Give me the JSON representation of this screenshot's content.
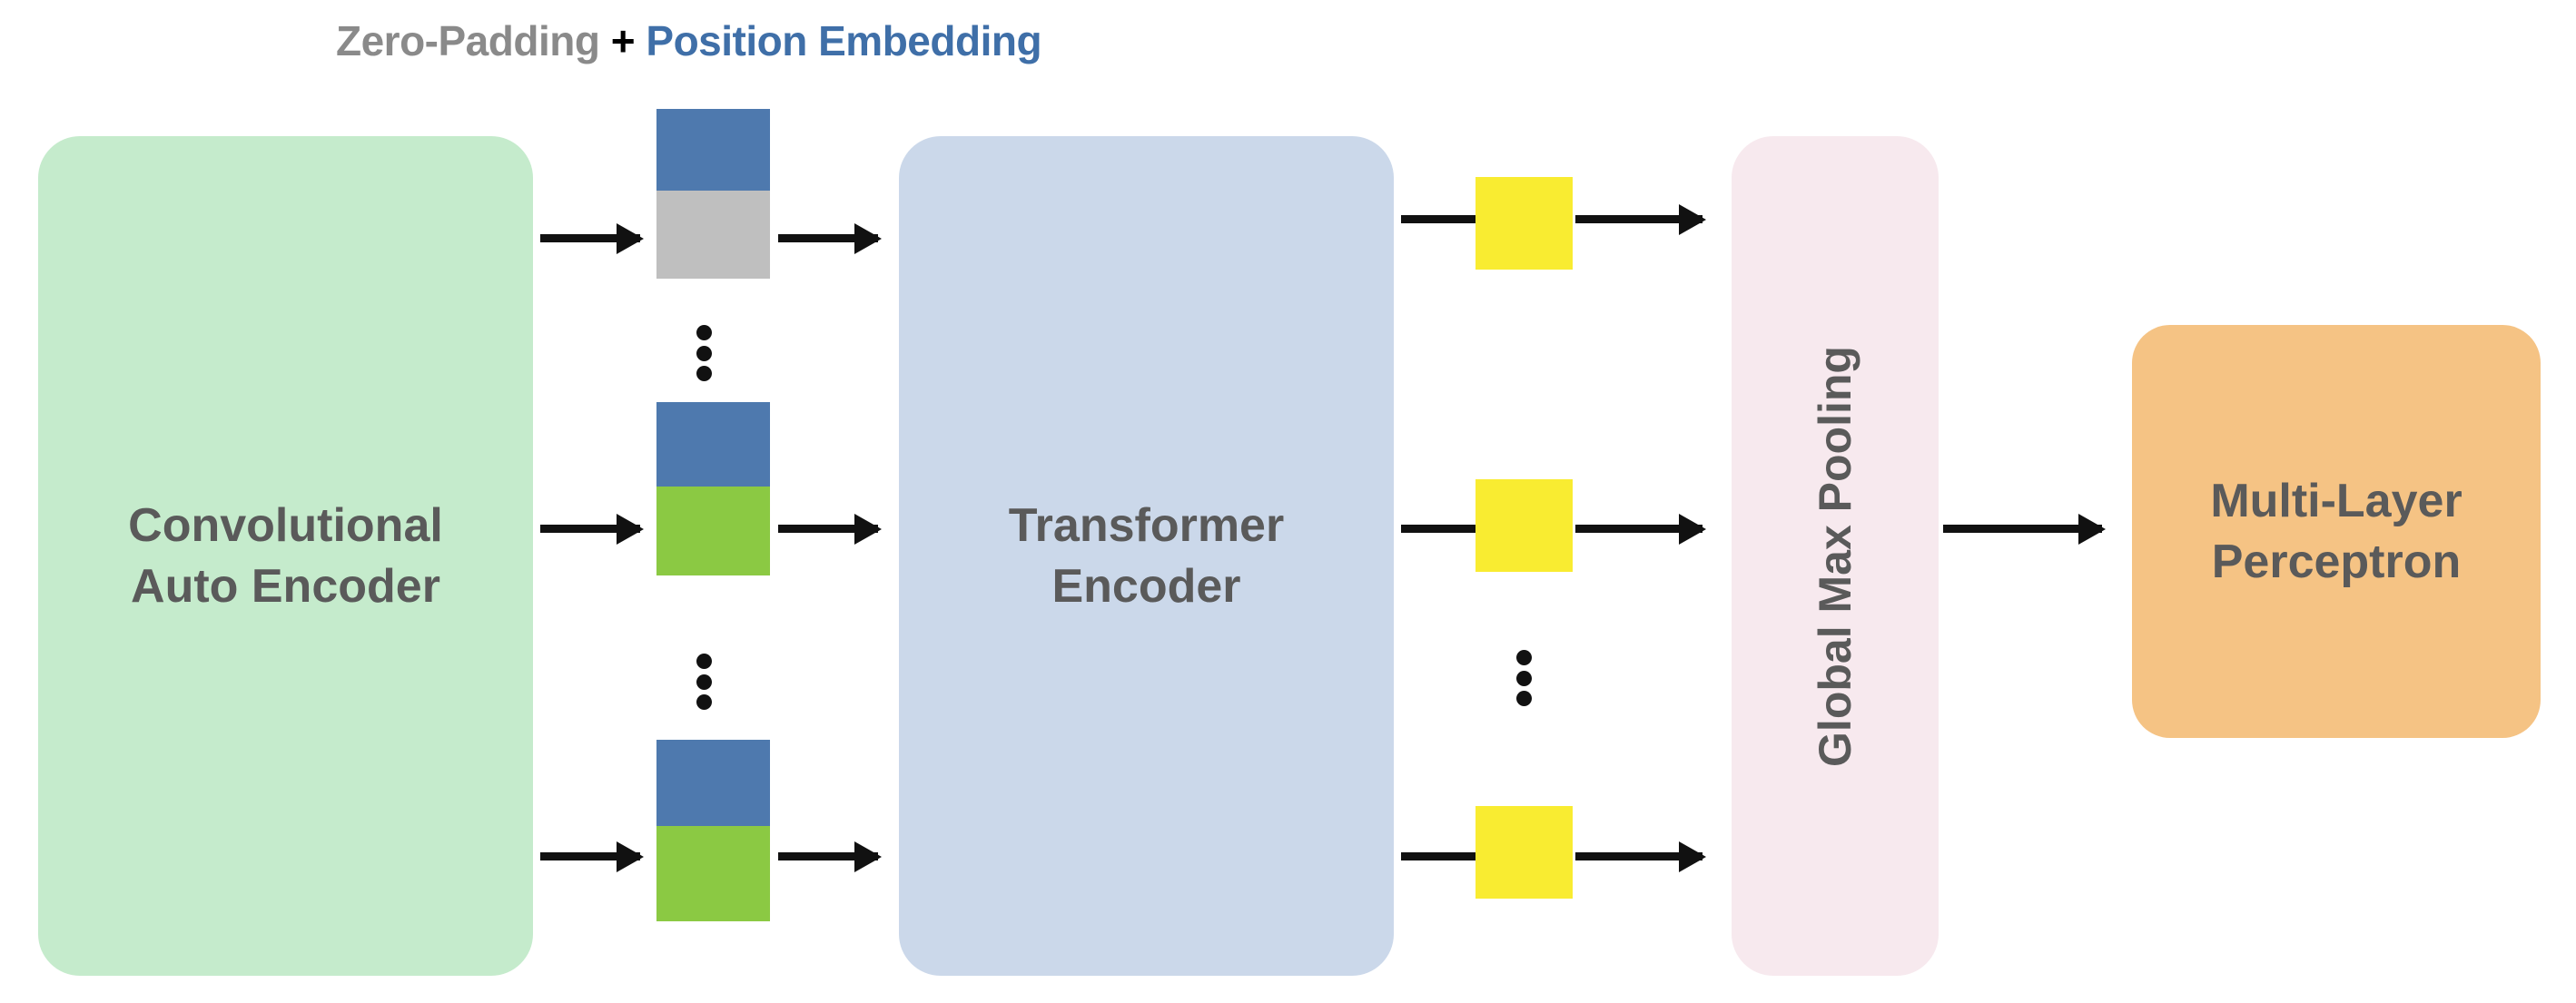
{
  "diagram": {
    "title": {
      "part1": "Zero-Padding",
      "operator": "+",
      "part2": "Position Embedding"
    },
    "stages": {
      "cae": {
        "line1": "Convolutional",
        "line2": "Auto Encoder"
      },
      "transformer": {
        "line1": "Transformer",
        "line2": "Encoder"
      },
      "global_max_pooling": {
        "label": "Global Max Pooling"
      },
      "mlp": {
        "line1": "Multi-Layer",
        "line2": "Perceptron"
      }
    },
    "colors": {
      "cae_fill": "#C5EBCC",
      "transformer_fill": "#CBD8EA",
      "pooling_fill": "#F7E9EE",
      "mlp_fill": "#F5C384",
      "token_position_embedding": "#4E79AE",
      "token_zero_padding": "#BFBFBF",
      "token_feature": "#8BC943",
      "attention_block": "#F9EC31",
      "arrow": "#111111",
      "title_grey": "#8a8a8a",
      "title_blue": "#3f6FA8",
      "box_text": "#5a5a5a"
    },
    "tokens": [
      {
        "top_color": "position-embedding",
        "bottom_color": "zero-padding"
      },
      {
        "top_color": "position-embedding",
        "bottom_color": "feature"
      },
      {
        "top_color": "position-embedding",
        "bottom_color": "feature"
      }
    ],
    "attention_blocks": 3,
    "ellipsis_groups": 3,
    "ellipsis_dots": 3
  }
}
